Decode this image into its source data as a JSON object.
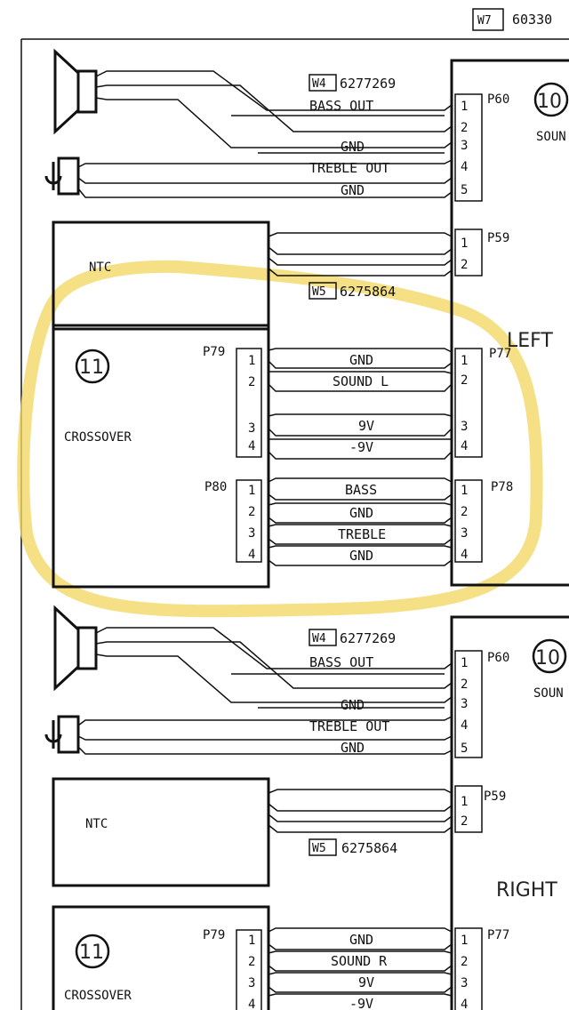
{
  "header": {
    "tag": "W7",
    "number": "60330"
  },
  "blocks": [
    {
      "side_label": "LEFT",
      "wire_top": {
        "tag": "W4",
        "number": "6277269"
      },
      "speaker_signals": [
        "BASS OUT",
        "",
        "GND",
        "TREBLE OUT",
        "GND"
      ],
      "sound_connector": "P60",
      "sound_module": {
        "number": "10",
        "label": "SOUN"
      },
      "ntc_label": "NTC",
      "ntc_connector": "P59",
      "wire_mid": {
        "tag": "W5",
        "number": "6275864"
      },
      "crossover": {
        "number": "11",
        "label": "CROSSOVER",
        "conn_a": "P79",
        "conn_b": "P80",
        "signals_a": [
          "GND",
          "SOUND L",
          "9V",
          "-9V"
        ],
        "signals_b": [
          "BASS",
          "GND",
          "TREBLE",
          "GND"
        ],
        "right_a": "P77",
        "right_b": "P78"
      }
    },
    {
      "side_label": "RIGHT",
      "wire_top": {
        "tag": "W4",
        "number": "6277269"
      },
      "speaker_signals": [
        "BASS OUT",
        "",
        "GND",
        "TREBLE OUT",
        "GND"
      ],
      "sound_connector": "P60",
      "sound_module": {
        "number": "10",
        "label": "SOUN"
      },
      "ntc_label": "NTC",
      "ntc_connector": "P59",
      "wire_mid": {
        "tag": "W5",
        "number": "6275864"
      },
      "crossover": {
        "number": "11",
        "label": "CROSSOVER",
        "conn_a": "P79",
        "signals_a": [
          "GND",
          "SOUND R",
          "9V",
          "-9V"
        ],
        "right_a": "P77"
      }
    }
  ],
  "highlight_color": "#f3d763"
}
